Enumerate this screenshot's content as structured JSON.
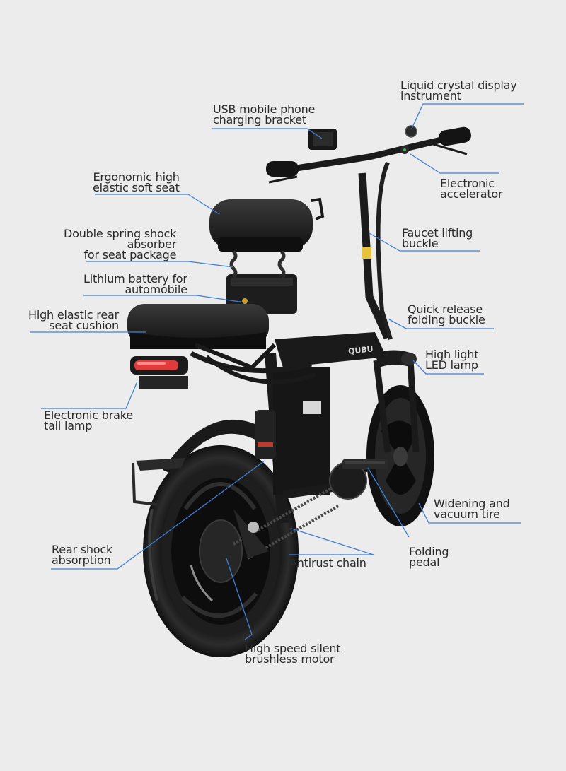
{
  "callouts": {
    "lcd": {
      "l1": "Liquid crystal display",
      "l2": "instrument"
    },
    "usb": {
      "l1": "USB mobile phone",
      "l2": "charging bracket"
    },
    "seat": {
      "l1": "Ergonomic high",
      "l2": "elastic soft seat"
    },
    "accel": {
      "l1": "Electronic",
      "l2": "accelerator"
    },
    "spring": {
      "l1": "Double spring shock",
      "l2": "absorber",
      "l3": "for seat package"
    },
    "faucet": {
      "l1": "Faucet lifting",
      "l2": "buckle"
    },
    "battery": {
      "l1": "Lithium battery for",
      "l2": "automobile"
    },
    "quick": {
      "l1": "Quick release",
      "l2": "folding buckle"
    },
    "rear": {
      "l1": "High elastic rear",
      "l2": "seat cushion"
    },
    "led": {
      "l1": "High light",
      "l2": "LED lamp"
    },
    "brake": {
      "l1": "Electronic brake",
      "l2": "tail lamp"
    },
    "tire": {
      "l1": "Widening and",
      "l2": "vacuum tire"
    },
    "shock": {
      "l1": "Rear shock",
      "l2": "absorption"
    },
    "chain": {
      "l1": "Antirust chain"
    },
    "pedal": {
      "l1": "Folding",
      "l2": "pedal"
    },
    "motor": {
      "l1": "High speed silent",
      "l2": "brushless motor"
    }
  },
  "brand_text": "QUBU",
  "colors": {
    "background": "#ececec",
    "leader_line": "#3d7fd6",
    "text": "#2a2a2a",
    "tail_lamp": "#e03a3a"
  }
}
